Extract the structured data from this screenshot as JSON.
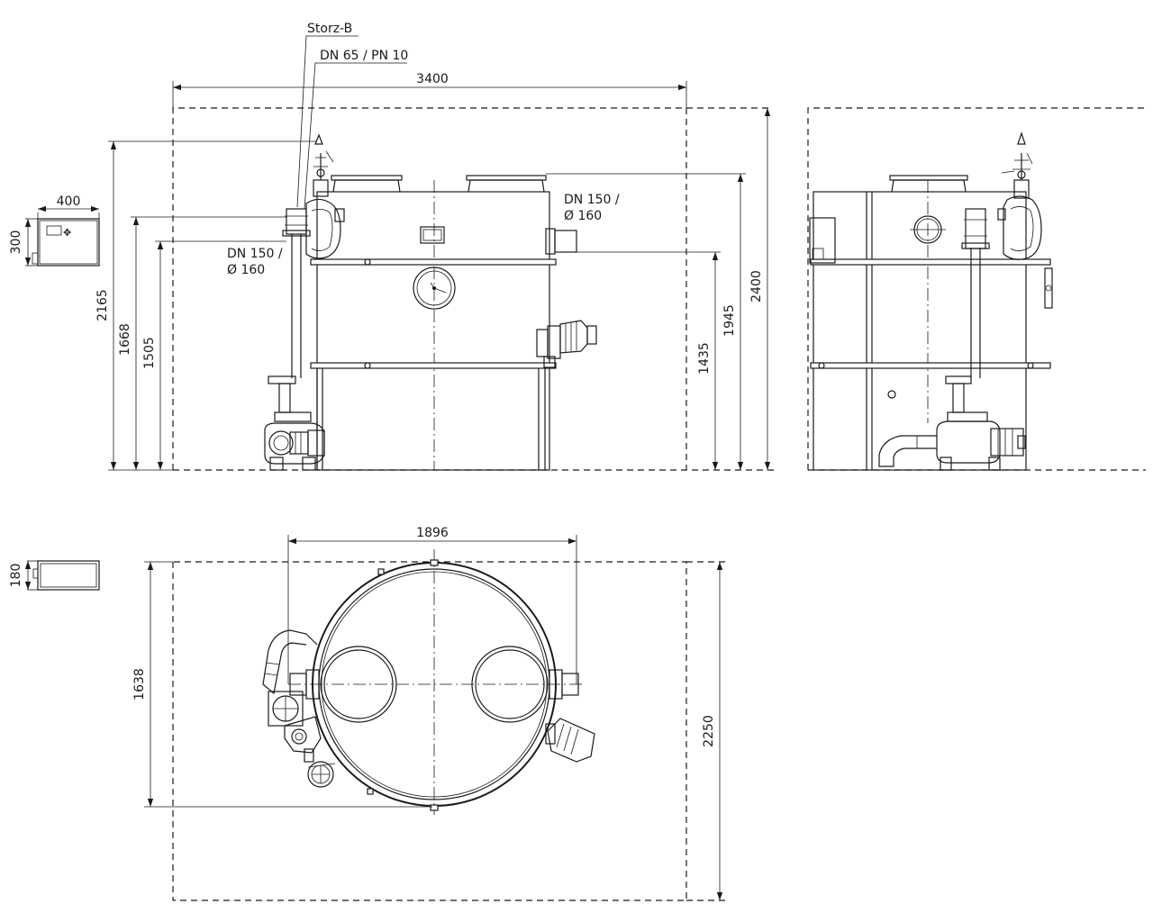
{
  "labels": {
    "storz": "Storz-B",
    "dn65": "DN 65 / PN 10",
    "dn150_right_l1": "DN 150 /",
    "dn150_right_l2": "Ø 160",
    "dn150_left_l1": "DN 150 /",
    "dn150_left_l2": "Ø 160"
  },
  "dimensions": {
    "width_front": "3400",
    "height_overall": "2165",
    "height_1668": "1668",
    "height_1505": "1505",
    "height_1435": "1435",
    "height_1945": "1945",
    "height_2400": "2400",
    "control_width": "400",
    "control_height": "300",
    "control_depth": "180",
    "tank_diameter": "1896",
    "plan_depth": "1638",
    "plan_room_depth": "2250"
  }
}
